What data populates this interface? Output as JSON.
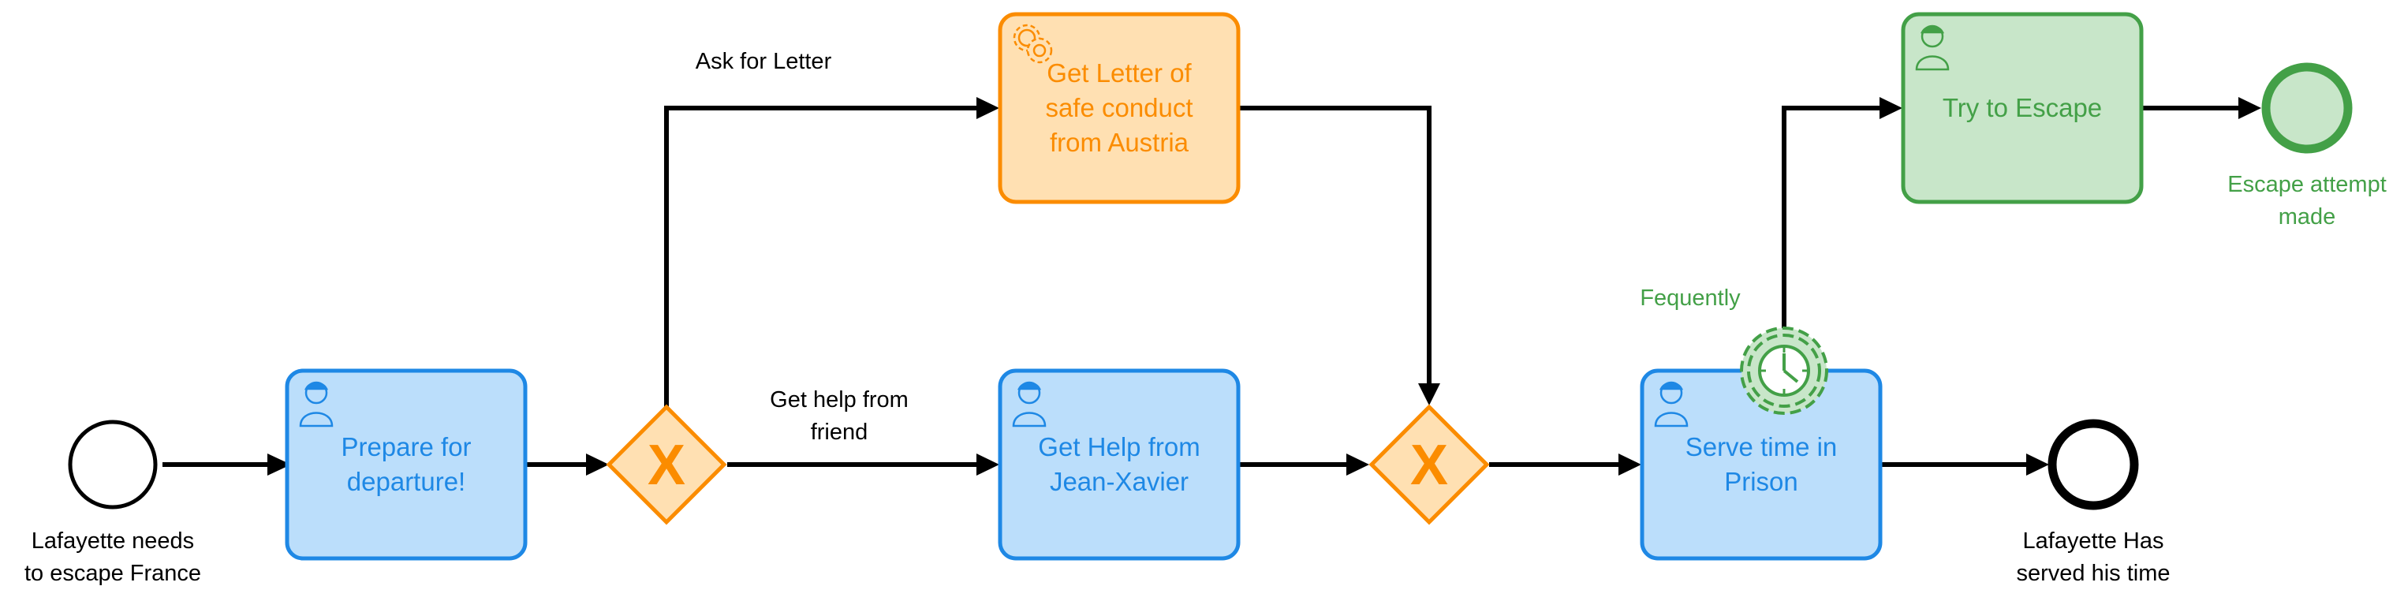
{
  "colors": {
    "user_task_fill": "#bbdefb",
    "user_task_stroke": "#1e88e5",
    "service_task_fill": "#ffe0b2",
    "service_task_stroke": "#fb8c00",
    "escape_fill": "#c8e6c9",
    "escape_stroke": "#43a047",
    "gateway_fill": "#ffe0b2",
    "gateway_stroke": "#fb8c00",
    "edge": "#000000"
  },
  "events": {
    "start": {
      "label_line1": "Lafayette needs",
      "label_line2": "to escape France"
    },
    "end_prison": {
      "label_line1": "Lafayette Has",
      "label_line2": "served his time"
    },
    "end_escape": {
      "label_line1": "Escape attempt",
      "label_line2": "made"
    }
  },
  "tasks": {
    "prepare": {
      "line1": "Prepare for",
      "line2": "departure!",
      "icon": "user-icon"
    },
    "letter": {
      "line1": "Get Letter of",
      "line2": "safe conduct",
      "line3": "from Austria",
      "icon": "gear-icon"
    },
    "help": {
      "line1": "Get Help from",
      "line2": "Jean-Xavier",
      "icon": "user-icon"
    },
    "prison": {
      "line1": "Serve time in",
      "line2": "Prison",
      "icon": "user-icon"
    },
    "escape": {
      "line1": "Try to Escape",
      "icon": "user-icon"
    }
  },
  "gateways": {
    "split": {
      "marker": "X"
    },
    "merge": {
      "marker": "X"
    }
  },
  "flows": {
    "ask_letter": "Ask for Letter",
    "help_friend_line1": "Get help from",
    "help_friend_line2": "friend",
    "timer_label": "Fequently"
  },
  "timer": {
    "icon": "clock-icon"
  }
}
